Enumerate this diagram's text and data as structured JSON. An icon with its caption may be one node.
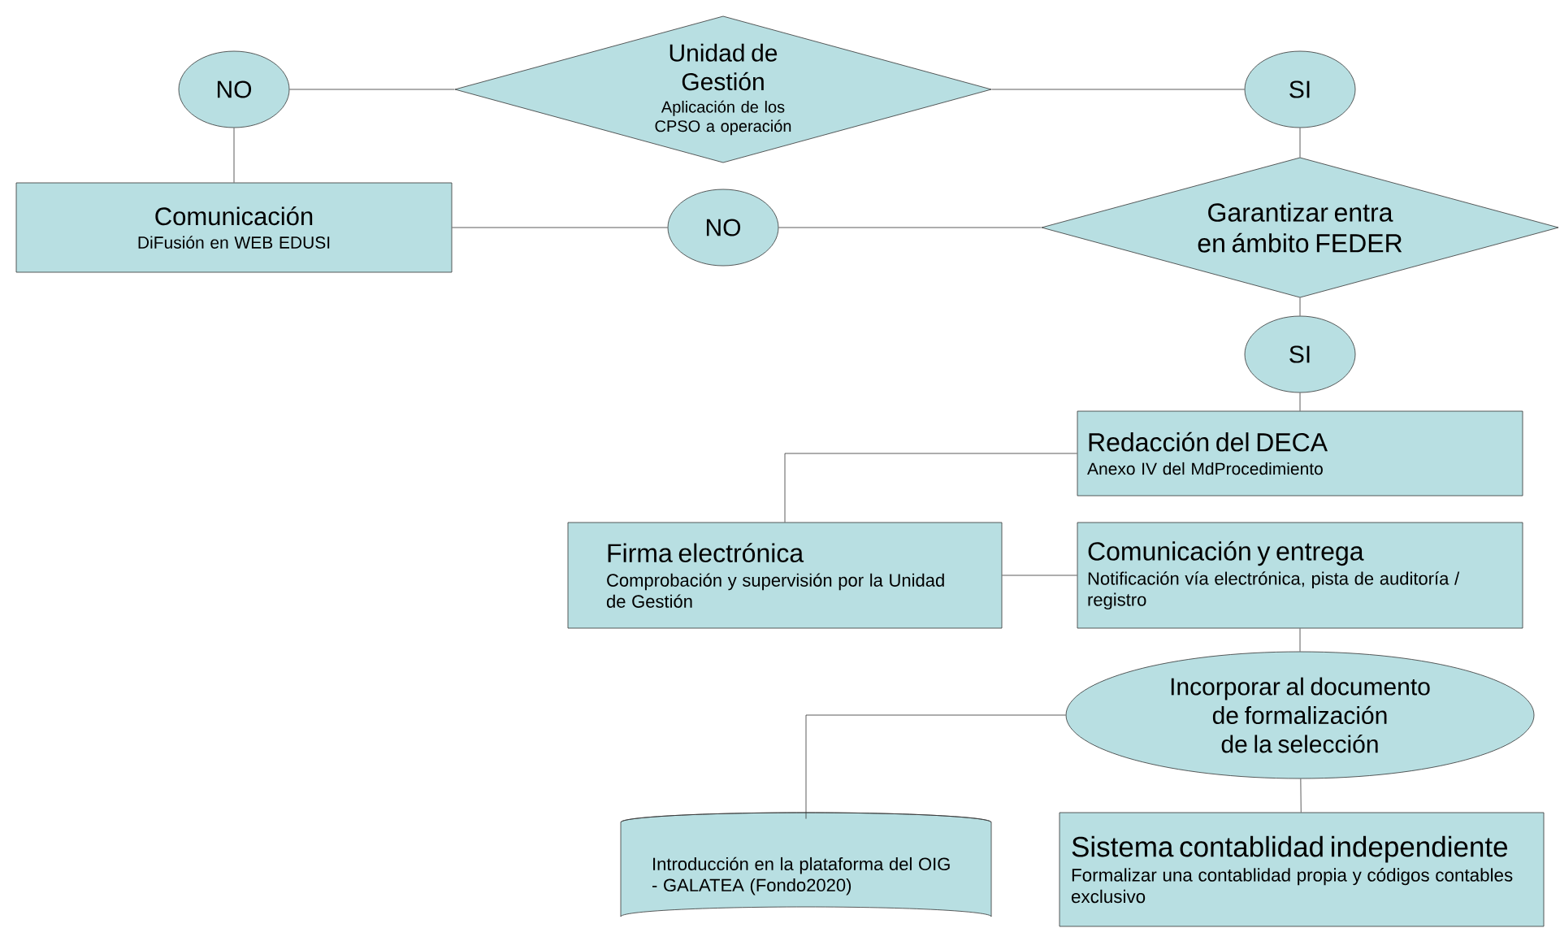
{
  "diagram": {
    "nodes": [
      {
        "text": [
          "NO"
        ]
      },
      {
        "text": [
          "Unidad de Gestión",
          "Aplicación de los CPSO a operación"
        ]
      },
      {
        "text": [
          "SI"
        ]
      },
      {
        "text": [
          "Comunicación",
          "DiFusión en WEB EDUSI"
        ]
      },
      {
        "text": [
          "NO"
        ]
      },
      {
        "text": [
          "Garantizar entra en ámbito FEDER"
        ]
      },
      {
        "text": [
          "SI"
        ]
      },
      {
        "text": [
          "Redacción del DECA",
          "Anexo IV del MdProcedimiento"
        ]
      },
      {
        "text": [
          "Firma electrónica",
          "Comprobación y supervisión por la Unidad de Gestión"
        ]
      },
      {
        "text": [
          "Comunicación y entrega",
          "Notificación vía electrónica, pista de auditoría / registro"
        ]
      },
      {
        "text": [
          "Incorporar al documento de formalización de la selección"
        ]
      },
      {
        "text": [
          "Introducción en la plataforma del OIG - GALATEA (Fondo2020)"
        ]
      },
      {
        "text": [
          "Sistema contablidad independiente",
          "Formalizar una contablidad propia y códigos contables exclusivo"
        ]
      }
    ],
    "edges": [
      {
        "from": 1,
        "to": 0,
        "arrow": "none"
      },
      {
        "from": 0,
        "to": 3,
        "arrow": "none"
      },
      {
        "from": 1,
        "to": 2,
        "arrow": "none"
      },
      {
        "from": 2,
        "to": 5,
        "arrow": "none"
      },
      {
        "from": 5,
        "to": 4,
        "arrow": "none"
      },
      {
        "from": 4,
        "to": 3,
        "arrow": "none"
      },
      {
        "from": 5,
        "to": 6,
        "arrow": "none"
      },
      {
        "from": 6,
        "to": 7,
        "arrow": "none"
      },
      {
        "from": 7,
        "to": 8,
        "arrow": "none"
      },
      {
        "from": 8,
        "to": 9,
        "arrow": "none"
      },
      {
        "from": 9,
        "to": 10,
        "arrow": "none"
      },
      {
        "from": 10,
        "to": 11,
        "arrow": "none"
      },
      {
        "from": 10,
        "to": 12,
        "arrow": "none"
      }
    ]
  }
}
